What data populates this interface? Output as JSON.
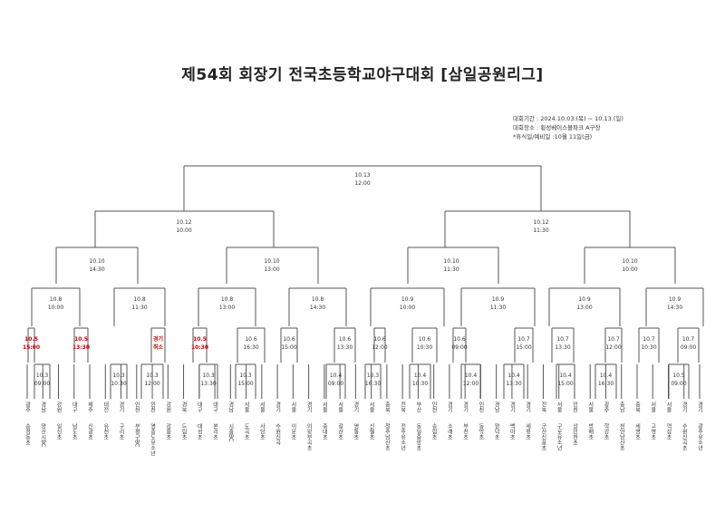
{
  "title": "제54회 회장기 전국초등학교야구대회 [삼일공원리그]",
  "info": {
    "period": "대회기간 : 2024.10.03.(목) ~ 10.13.(일)",
    "venue": "대회장소 : 횡성베이스볼파크 A구장",
    "rest": "*휴식일/예비일 :10월 11일(금)"
  },
  "colors": {
    "line": "#555555",
    "postponed": "#d40000"
  },
  "nodes": [
    {
      "id": "final",
      "date": "10.13",
      "time": "12:00"
    },
    {
      "id": "sf1",
      "date": "10.12",
      "time": "10:00"
    },
    {
      "id": "sf2",
      "date": "10.12",
      "time": "11:30"
    },
    {
      "id": "qf1",
      "date": "10.10",
      "time": "14:30"
    },
    {
      "id": "qf2",
      "date": "10.10",
      "time": "13:00"
    },
    {
      "id": "qf3",
      "date": "10.10",
      "time": "11:30"
    },
    {
      "id": "qf4",
      "date": "10.10",
      "time": "10:00"
    },
    {
      "id": "r16_1",
      "date": "10.8",
      "time": "10:00"
    },
    {
      "id": "r16_2",
      "date": "10.8",
      "time": "11:30"
    },
    {
      "id": "r16_3",
      "date": "10.8",
      "time": "13:00"
    },
    {
      "id": "r16_4",
      "date": "10.8",
      "time": "14:30"
    },
    {
      "id": "r16_5",
      "date": "10.9",
      "time": "10:00"
    },
    {
      "id": "r16_6",
      "date": "10.9",
      "time": "11:30"
    },
    {
      "id": "r16_7",
      "date": "10.9",
      "time": "13:00"
    },
    {
      "id": "r16_8",
      "date": "10.9",
      "time": "14:30"
    },
    {
      "id": "r32_1",
      "date": "10.5",
      "time": "15:00",
      "red": true
    },
    {
      "id": "r32_2",
      "date": "10.5",
      "time": "13:30",
      "red": true
    },
    {
      "id": "r32_3",
      "date": "경기",
      "time": "취소",
      "red": true
    },
    {
      "id": "r32_4",
      "date": "10.5",
      "time": "10:30",
      "red": true
    },
    {
      "id": "r32_5",
      "date": "10.6",
      "time": "16:30"
    },
    {
      "id": "r32_6",
      "date": "10.6",
      "time": "15:00"
    },
    {
      "id": "r32_7",
      "date": "10.6",
      "time": "13:30"
    },
    {
      "id": "r32_8",
      "date": "10.6",
      "time": "12:00"
    },
    {
      "id": "r32_9",
      "date": "10.6",
      "time": "10:30"
    },
    {
      "id": "r32_10",
      "date": "10.6",
      "time": "09:00"
    },
    {
      "id": "r32_11",
      "date": "10.7",
      "time": "15:00"
    },
    {
      "id": "r32_12",
      "date": "10.7",
      "time": "13:30"
    },
    {
      "id": "r32_13",
      "date": "10.7",
      "time": "12:00"
    },
    {
      "id": "r32_14",
      "date": "10.7",
      "time": "10:30"
    },
    {
      "id": "r32_15",
      "date": "10.7",
      "time": "09:00"
    },
    {
      "id": "r64_1",
      "date": "10.3",
      "time": "09:00"
    },
    {
      "id": "r64_2",
      "date": "10.3",
      "time": "10:30"
    },
    {
      "id": "r64_3",
      "date": "10.3",
      "time": "12:00"
    },
    {
      "id": "r64_4",
      "date": "10.3",
      "time": "13:30"
    },
    {
      "id": "r64_5",
      "date": "10.3",
      "time": "15:00"
    },
    {
      "id": "r64_6",
      "date": "10.3",
      "time": "16:30"
    },
    {
      "id": "r64_7",
      "date": "10.4",
      "time": "09:00"
    },
    {
      "id": "r64_8",
      "date": "10.4",
      "time": "10:30"
    },
    {
      "id": "r64_9",
      "date": "10.4",
      "time": "12:00"
    },
    {
      "id": "r64_10",
      "date": "10.4",
      "time": "13:30"
    },
    {
      "id": "r64_11",
      "date": "10.4",
      "time": "15:00"
    },
    {
      "id": "r64_12",
      "date": "10.4",
      "time": "16:30"
    },
    {
      "id": "r64_13",
      "date": "10.5",
      "time": "09:00"
    }
  ],
  "teams": [
    {
      "region": "광주",
      "name": "송정동초"
    },
    {
      "region": "경남",
      "name": "양산시BC"
    },
    {
      "region": "강원",
      "name": "일신초"
    },
    {
      "region": "대구",
      "name": "남도초"
    },
    {
      "region": "제주",
      "name": "신광초"
    },
    {
      "region": "대전",
      "name": "유천초"
    },
    {
      "region": "경기",
      "name": "구리초"
    },
    {
      "region": "인천",
      "name": "부평구BC"
    },
    {
      "region": "인천",
      "name": "영종도유소년"
    },
    {
      "region": "강원",
      "name": "강릉초"
    },
    {
      "region": "경북",
      "name": "드림초"
    },
    {
      "region": "대구",
      "name": "대성초"
    },
    {
      "region": "대구",
      "name": "본리초"
    },
    {
      "region": "경남",
      "name": "시흥BC"
    },
    {
      "region": "서울",
      "name": "도곡초"
    },
    {
      "region": "서울",
      "name": "사당초"
    },
    {
      "region": "경기",
      "name": "수원신곡"
    },
    {
      "region": "서울",
      "name": "이문초"
    },
    {
      "region": "경기",
      "name": "의왕부곡초"
    },
    {
      "region": "서울",
      "name": "중대초"
    },
    {
      "region": "서울",
      "name": "갈산초"
    },
    {
      "region": "경기",
      "name": "영통초"
    },
    {
      "region": "서울",
      "name": "신월초"
    },
    {
      "region": "충북",
      "name": "청주남산초"
    },
    {
      "region": "전북",
      "name": "전주유소년"
    },
    {
      "region": "부산",
      "name": "동일중앙초"
    },
    {
      "region": "인천",
      "name": "송림초"
    },
    {
      "region": "경기",
      "name": "소래초"
    },
    {
      "region": "경기",
      "name": "부천초"
    },
    {
      "region": "인천",
      "name": "동막초"
    },
    {
      "region": "경남",
      "name": "양덕초"
    },
    {
      "region": "경기",
      "name": "백마초"
    },
    {
      "region": "경기",
      "name": "세류초"
    },
    {
      "region": "전북",
      "name": "군산신풍초"
    },
    {
      "region": "서울",
      "name": "구로유소년"
    },
    {
      "region": "인천",
      "name": "상인천초"
    },
    {
      "region": "서울",
      "name": "방배초"
    },
    {
      "region": "광주",
      "name": "학강초"
    },
    {
      "region": "충남",
      "name": "천안남산초"
    },
    {
      "region": "충북",
      "name": "세명초"
    },
    {
      "region": "서울",
      "name": "고명초"
    },
    {
      "region": "서울",
      "name": "역삼초"
    },
    {
      "region": "경기",
      "name": "수원신곡초"
    },
    {
      "region": "경기",
      "name": "광주유소년"
    }
  ]
}
